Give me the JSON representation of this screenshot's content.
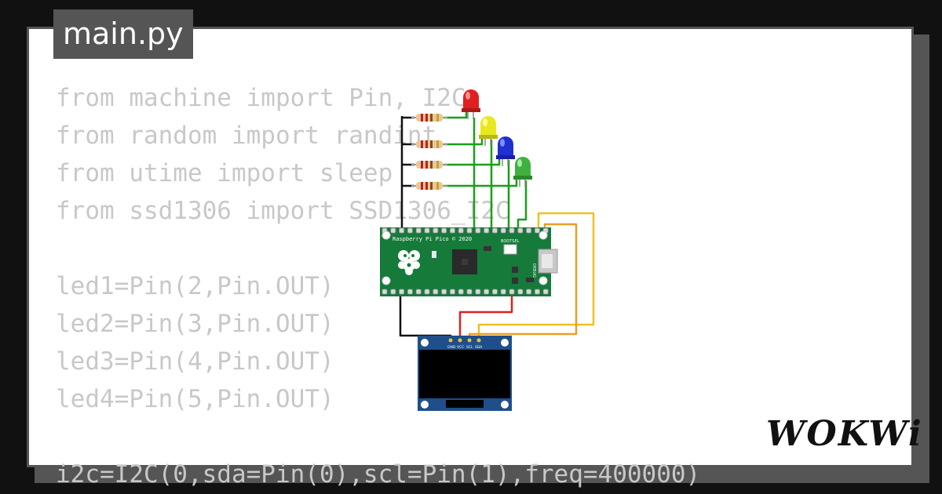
{
  "tab": {
    "filename": "main.py"
  },
  "code": {
    "lines": [
      "from machine import Pin, I2C",
      "from random import randint",
      "from utime import sleep",
      "from ssd1306 import SSD1306_I2C",
      "",
      "led1=Pin(2,Pin.OUT)",
      "led2=Pin(3,Pin.OUT)",
      "led3=Pin(4,Pin.OUT)",
      "led4=Pin(5,Pin.OUT)",
      "",
      "i2c=I2C(0,sda=Pin(0),scl=Pin(1),freq=400000)"
    ]
  },
  "board": {
    "title": "Raspberry Pi Pico © 2020",
    "bootsel_label": "BOOTSEL",
    "debug_label": "DEBUG"
  },
  "oled": {
    "pin_labels": [
      "GND",
      "VCC",
      "SCL",
      "SDA"
    ]
  },
  "brand": {
    "name": "WOKWi"
  },
  "colors": {
    "led_red": "#e02020",
    "led_yellow": "#e8e820",
    "led_blue": "#2030d0",
    "led_green": "#40b040",
    "board_green": "#157a3a",
    "wire_green": "#18a018",
    "wire_yellow": "#f0c020",
    "wire_orange": "#e8a020",
    "wire_red": "#e02020",
    "oled_blue": "#1f4f8a"
  }
}
